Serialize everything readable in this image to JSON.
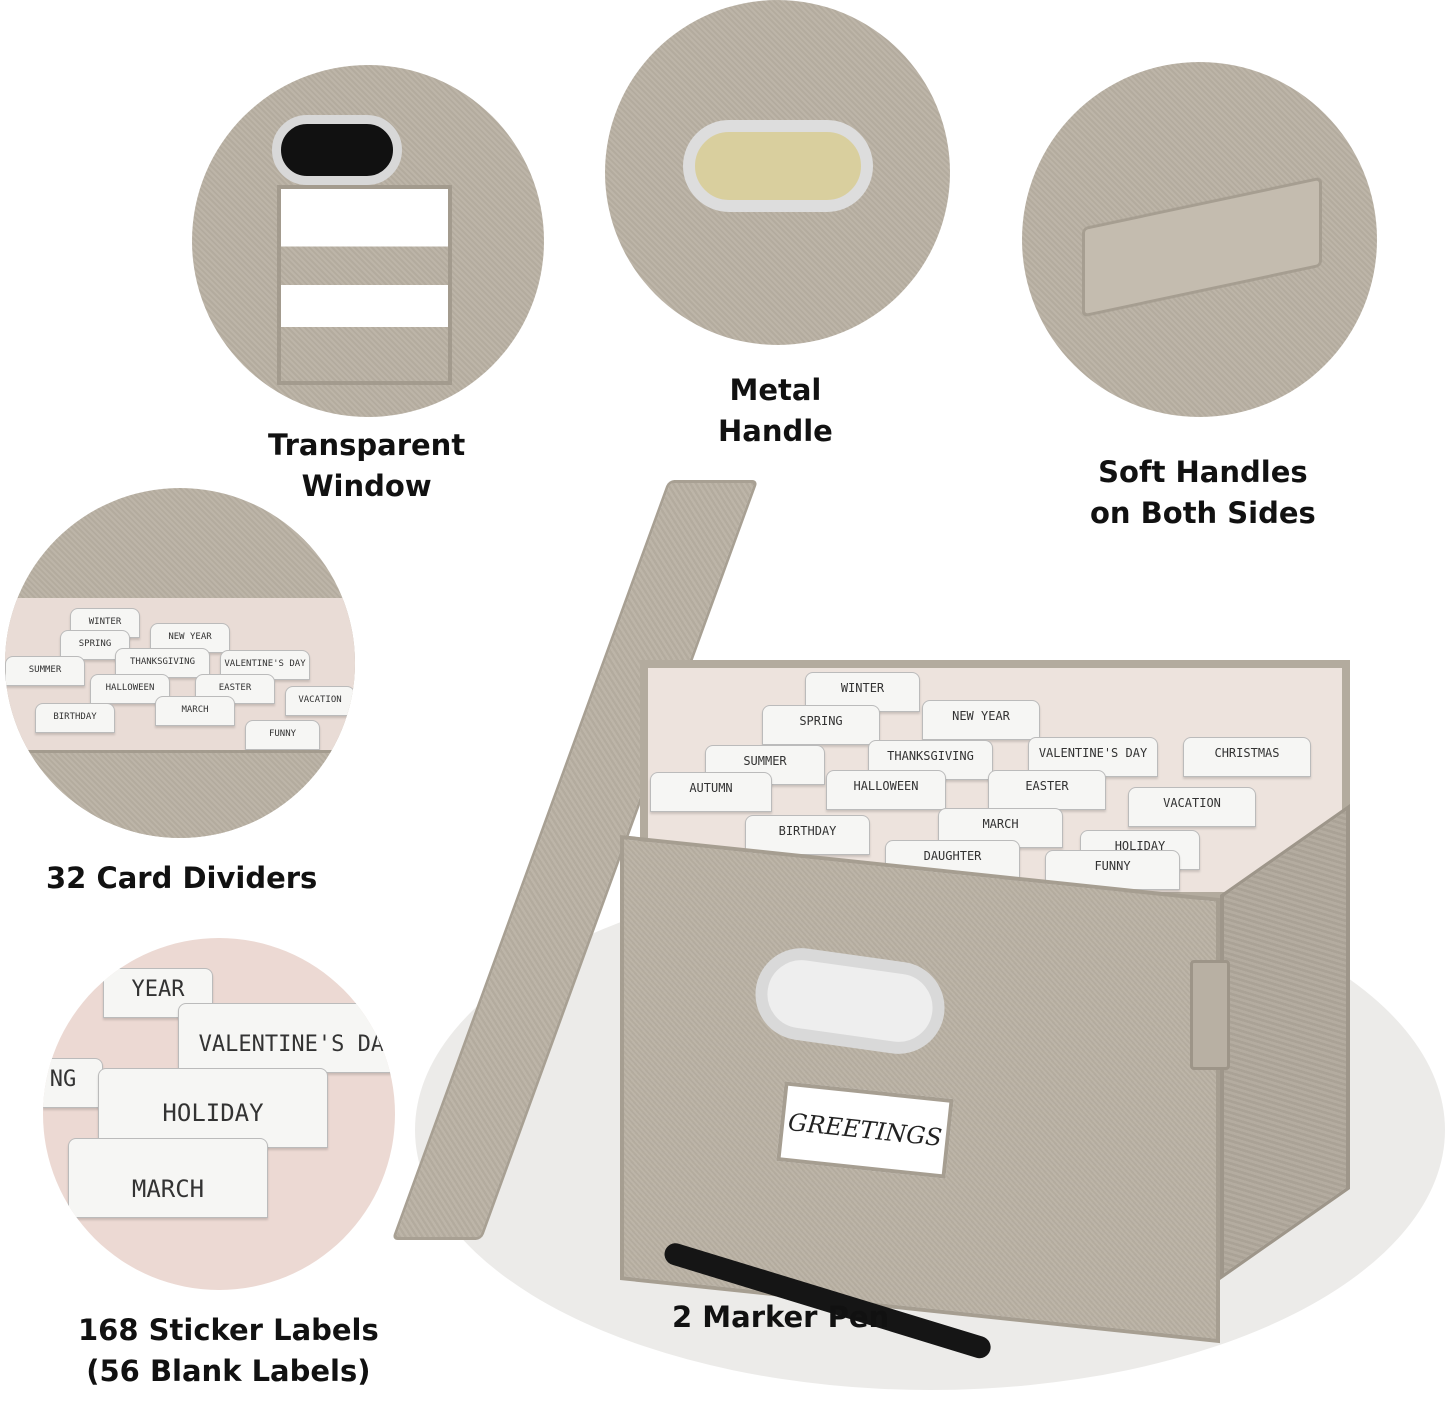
{
  "features": {
    "window": {
      "caption_line1": "Transparent",
      "caption_line2": "Window"
    },
    "metal": {
      "caption_line1": "Metal",
      "caption_line2": "Handle"
    },
    "soft": {
      "caption_line1": "Soft Handles",
      "caption_line2": "on Both Sides"
    },
    "dividers": {
      "caption": "32 Card Dividers"
    },
    "labels": {
      "caption_line1": "168 Sticker Labels",
      "caption_line2": "(56 Blank Labels)"
    },
    "pen": {
      "caption": "2 Marker Pen"
    }
  },
  "divider_tabs": [
    "WINTER",
    "NEW YEAR",
    "SPRING",
    "THANKSGIVING",
    "VALENTINE'S DAY",
    "CHRISTMAS",
    "SUMMER",
    "HALLOWEEN",
    "EASTER",
    "AUTUMN",
    "VACATION",
    "MARCH",
    "BIRTHDAY",
    "HOLIDAY",
    "DAUGHTER",
    "FUNNY"
  ],
  "zoom_labels": [
    "YEAR",
    "VALENTINE'S DAY",
    "NG",
    "HOLIDAY",
    "MARCH"
  ],
  "box_label": "GREETINGS",
  "colors": {
    "fabric": "#b8b0a3",
    "background": "#ffffff",
    "caption": "#111111"
  }
}
